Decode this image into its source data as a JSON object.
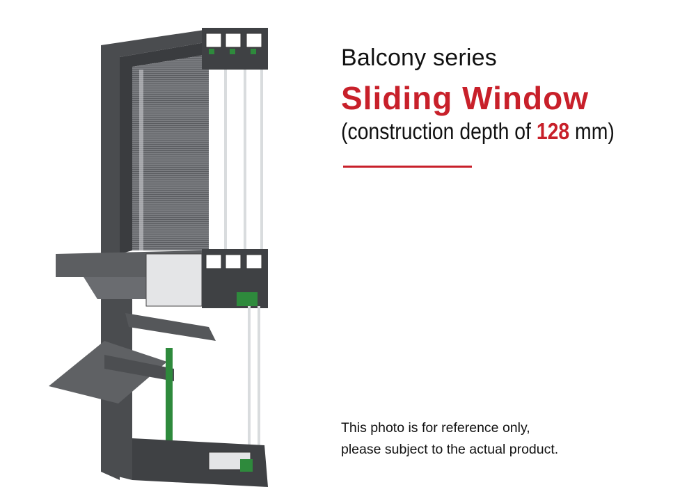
{
  "heading": {
    "series": "Balcony series",
    "title": "Sliding Window",
    "depth_prefix": "(construction depth of ",
    "depth_value": "128",
    "depth_suffix": " mm)"
  },
  "disclaimer": {
    "line1": "This photo is for reference only,",
    "line2": "please subject to the actual product."
  },
  "colors": {
    "accent": "#c8202a",
    "frame": "#4a4c4f",
    "text": "#111111"
  }
}
